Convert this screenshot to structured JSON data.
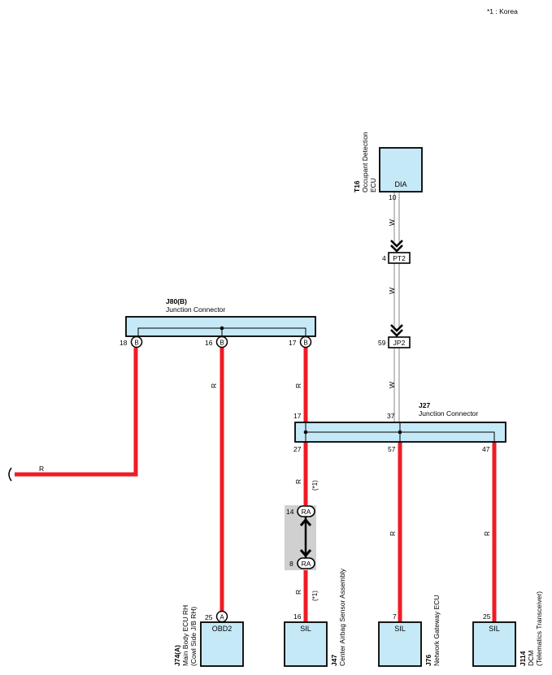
{
  "legend_note": "*1 : Korea",
  "wire_colors": {
    "red": "#ee1c25",
    "white_wire": "#ffffff",
    "box_fill": "#c6e9f7",
    "shade": "#d0d0d0"
  },
  "components": {
    "t16": {
      "code": "T16",
      "name": "Occupant Detection",
      "name2": "ECU",
      "terminal_label": "DIA",
      "pin": "10"
    },
    "j80": {
      "code": "J80(B)",
      "name": "Junction Connector",
      "pin_left": "18",
      "pin_mid": "16",
      "pin_right": "17",
      "plug": "B"
    },
    "j27": {
      "code": "J27",
      "name": "Junction Connector",
      "pin_in_left": "17",
      "pin_in_right": "37",
      "pin_out_left": "27",
      "pin_out_mid": "57",
      "pin_out_right": "47"
    },
    "pt2": {
      "pin": "4",
      "label": "PT2"
    },
    "jp2": {
      "pin": "59",
      "label": "JP2"
    },
    "ra_top": {
      "pin": "14",
      "label": "RA"
    },
    "ra_bottom": {
      "pin": "8",
      "label": "RA"
    },
    "j74": {
      "code": "J74(A)",
      "name": "Main Body ECU RH",
      "name2": "(Cowl Side J/B RH)",
      "terminal_label": "OBD2",
      "pin": "25",
      "plug": "A"
    },
    "j47": {
      "code": "J47",
      "name": "Center Airbag Sensor Assembly",
      "terminal_label": "SIL",
      "pin": "16"
    },
    "j76": {
      "code": "J76",
      "name": "Network Gateway ECU",
      "terminal_label": "SIL",
      "pin": "7"
    },
    "j114": {
      "code": "J114",
      "name": "DCM",
      "name2": "(Telematics Transceiver)",
      "terminal_label": "SIL",
      "pin": "25"
    }
  },
  "wire_labels": {
    "w1": "W",
    "w2": "W",
    "w3": "W",
    "r_left": "R",
    "r_j80": "R",
    "r_j27": "R",
    "r_ra_top": "R",
    "r_ra_bottom": "R",
    "r_j76": "R",
    "r_j114": "R",
    "note_top": "(*1)",
    "note_bottom": "(*1)"
  }
}
